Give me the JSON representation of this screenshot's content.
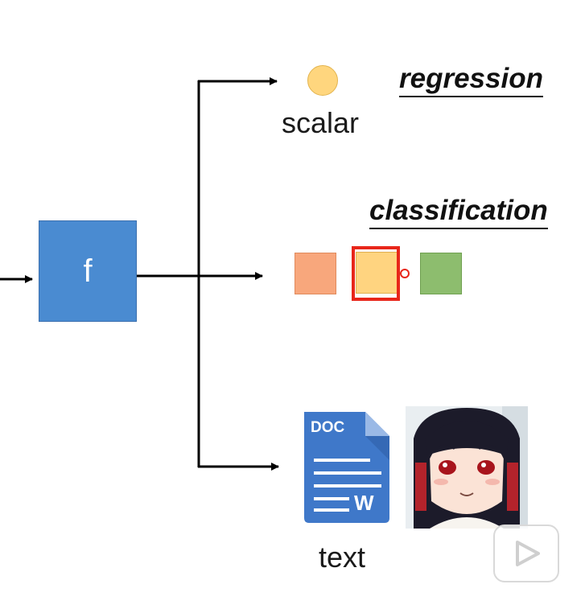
{
  "function_box": {
    "label": "f"
  },
  "outputs": {
    "regression": {
      "task_label": "regression",
      "item_label": "scalar"
    },
    "classification": {
      "task_label": "classification"
    },
    "structured": {
      "item_label": "text",
      "doc_icon_text": "DOC",
      "doc_icon_letter": "W"
    }
  },
  "colors": {
    "f_box": "#4a8bd1",
    "scalar": "#ffd67e",
    "class_orange": "#f8a77c",
    "class_yellow": "#ffd480",
    "class_green": "#8dbd6e",
    "selection": "#e8261a",
    "doc_icon": "#3f78c9"
  },
  "icons": {
    "player": "play-icon"
  }
}
